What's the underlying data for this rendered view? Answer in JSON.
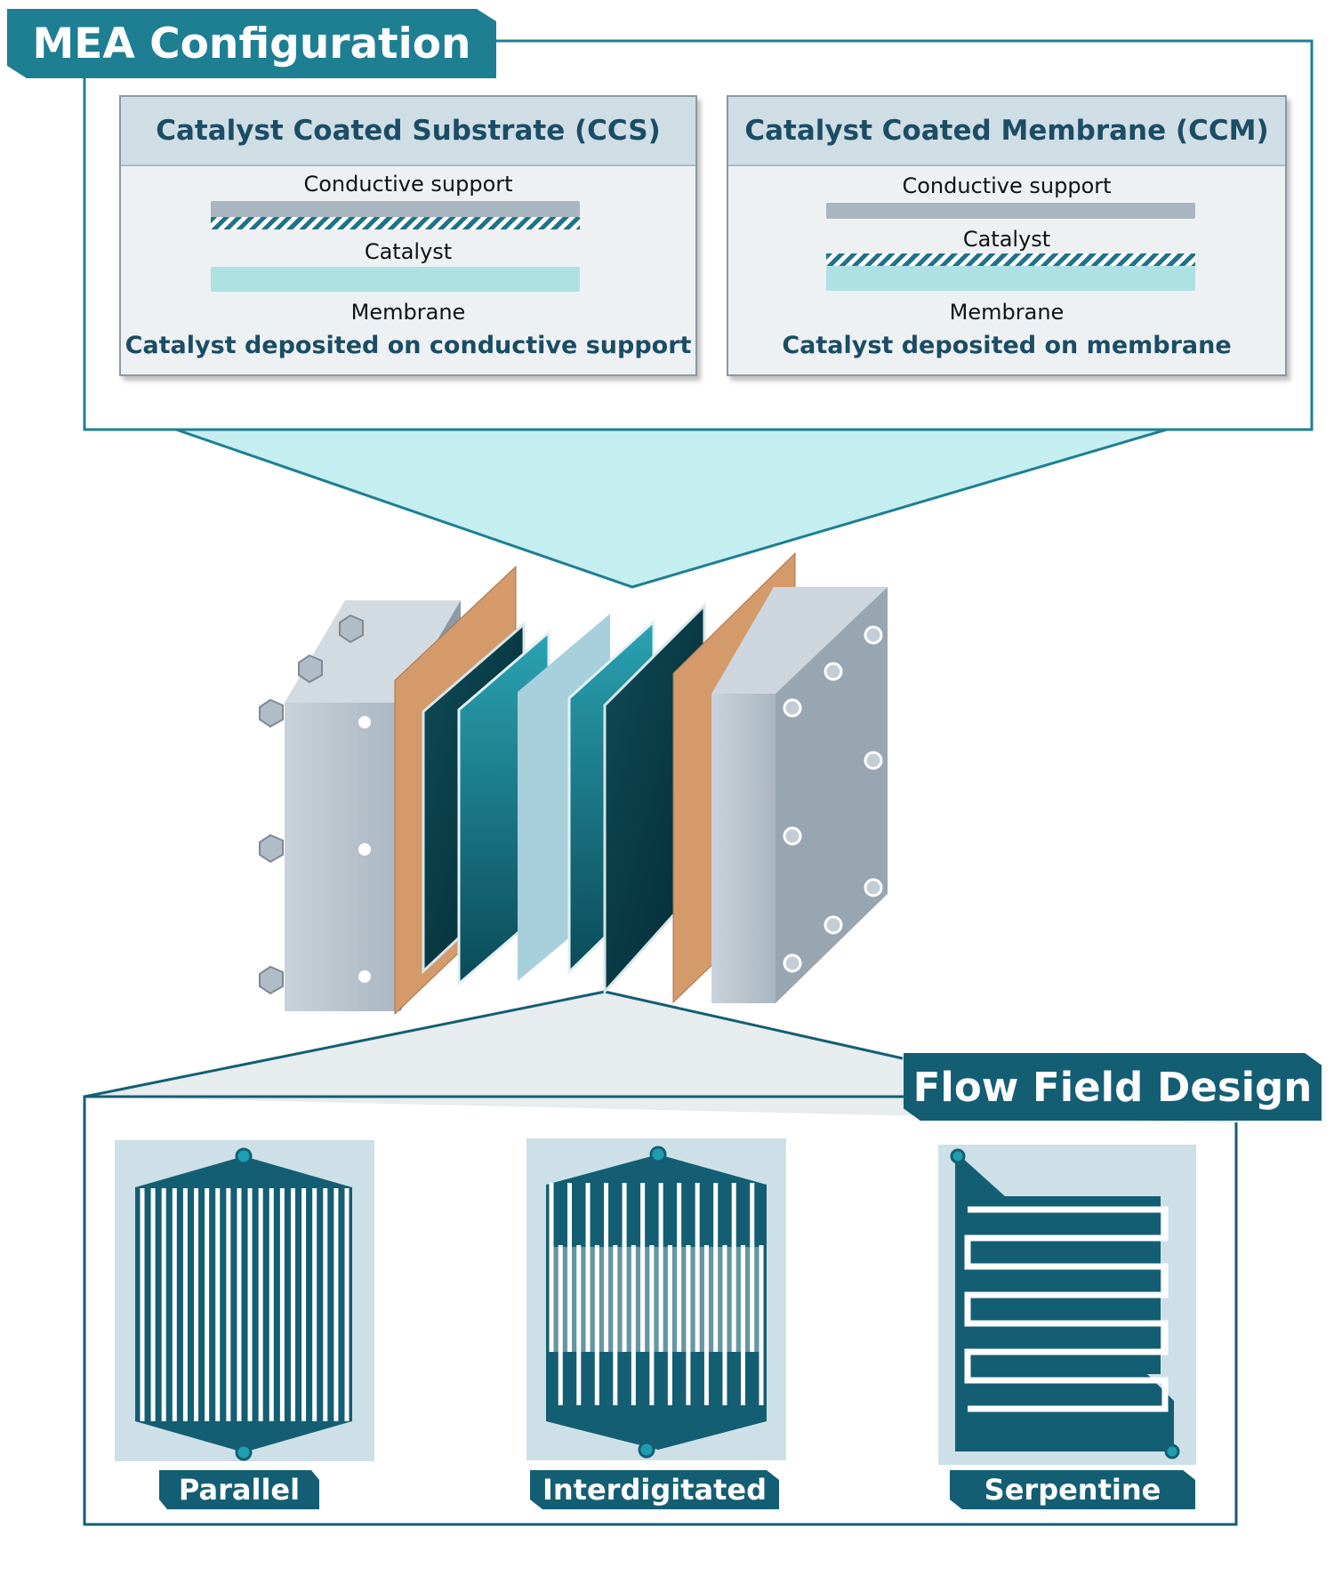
{
  "mea": {
    "title": "MEA Configuration",
    "ccs": {
      "title": "Catalyst Coated Substrate (CCS)",
      "support_label": "Conductive support",
      "catalyst_label": "Catalyst",
      "membrane_label": "Membrane",
      "caption": "Catalyst deposited on conductive support"
    },
    "ccm": {
      "title": "Catalyst Coated Membrane (CCM)",
      "support_label": "Conductive support",
      "catalyst_label": "Catalyst",
      "membrane_label": "Membrane",
      "caption": "Catalyst deposited on membrane"
    }
  },
  "flow_field": {
    "title": "Flow Field Design",
    "designs": [
      {
        "label": "Parallel"
      },
      {
        "label": "Interdigitated"
      },
      {
        "label": "Serpentine"
      }
    ]
  },
  "colors": {
    "teal_dark": "#145e74",
    "teal": "#1e7f93",
    "panel_bg": "#eef1f4",
    "copper": "#d49a6a",
    "membrane": "#a8cfdc",
    "endplate": "#b9c4cd",
    "layer_dark": "#06343e"
  }
}
